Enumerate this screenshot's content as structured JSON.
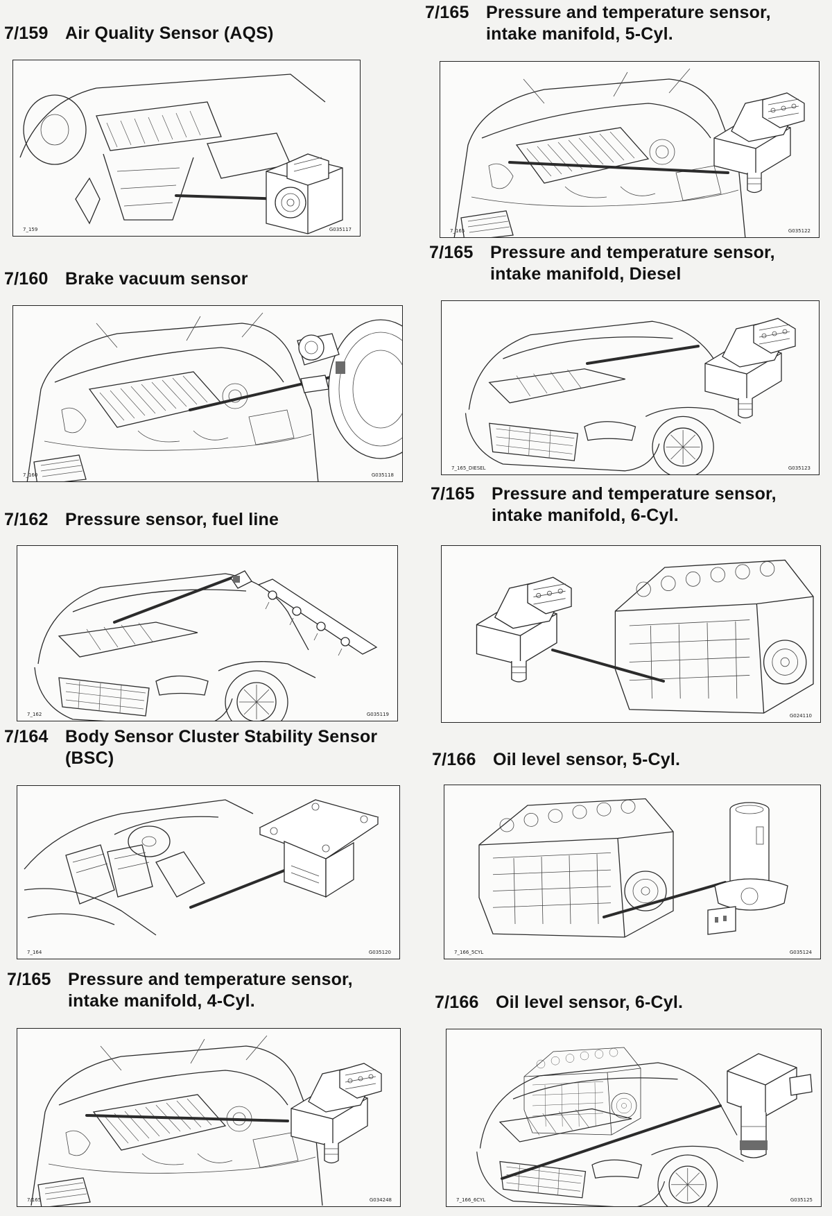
{
  "entries": [
    {
      "num": "7/159",
      "title": [
        "Air Quality Sensor (AQS)"
      ],
      "ref_left": "7_159",
      "ref_right": "G035117"
    },
    {
      "num": "7/165",
      "title": [
        "Pressure and temperature sensor,",
        "intake manifold, 5-Cyl."
      ],
      "ref_left": "7_165",
      "ref_right": "G035122"
    },
    {
      "num": "7/160",
      "title": [
        "Brake vacuum sensor"
      ],
      "ref_left": "7_160",
      "ref_right": "G035118"
    },
    {
      "num": "7/165",
      "title": [
        "Pressure and temperature sensor,",
        "intake manifold, Diesel"
      ],
      "ref_left": "7_165_DIESEL",
      "ref_right": "G035123"
    },
    {
      "num": "7/162",
      "title": [
        "Pressure sensor, fuel line"
      ],
      "ref_left": "7_162",
      "ref_right": "G035119"
    },
    {
      "num": "7/165",
      "title": [
        "Pressure and temperature sensor,",
        "intake manifold, 6-Cyl."
      ],
      "ref_left": "",
      "ref_right": "G024110"
    },
    {
      "num": "7/164",
      "title": [
        "Body Sensor Cluster Stability Sensor",
        "(BSC)"
      ],
      "ref_left": "7_164",
      "ref_right": "G035120"
    },
    {
      "num": "7/166",
      "title": [
        "Oil level sensor, 5-Cyl."
      ],
      "ref_left": "7_166_5CYL",
      "ref_right": "G035124"
    },
    {
      "num": "7/165",
      "title": [
        "Pressure and temperature sensor,",
        "intake manifold, 4-Cyl."
      ],
      "ref_left": "7/165",
      "ref_right": "G034248"
    },
    {
      "num": "7/166",
      "title": [
        "Oil level sensor, 6-Cyl."
      ],
      "ref_left": "7_166_6CYL",
      "ref_right": "G035125"
    }
  ]
}
